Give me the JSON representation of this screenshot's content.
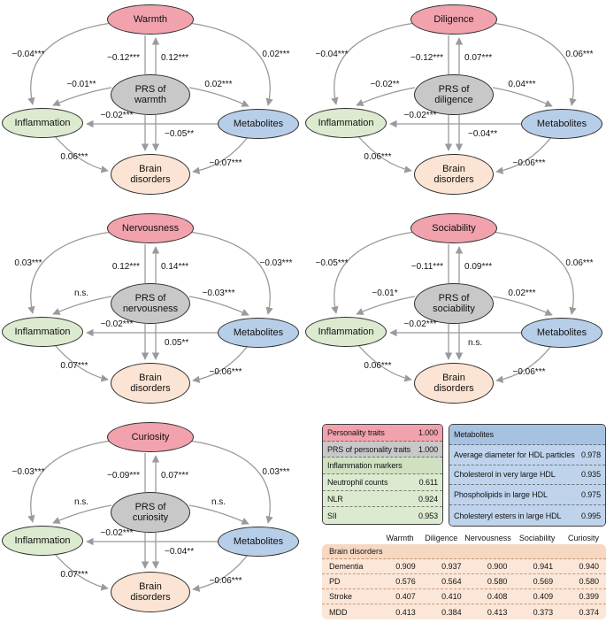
{
  "diagrams": [
    {
      "trait": "Warmth",
      "prs": "PRS of warmth",
      "inflammation": "Inflammation",
      "metabolites": "Metabolites",
      "brain": "Brain disorders",
      "coef": {
        "trait_inflammation": "−0.04***",
        "trait_brain": "−0.12***",
        "prs_trait": "0.12***",
        "trait_metabolites": "0.02***",
        "prs_inflammation": "−0.01**",
        "prs_metabolites": "0.02***",
        "metabolites_inflammation": "−0.02***",
        "prs_brain": "−0.05**",
        "inflammation_brain": "0.06***",
        "metabolites_brain": "−0.07***"
      }
    },
    {
      "trait": "Diligence",
      "prs": "PRS of diligence",
      "inflammation": "Inflammation",
      "metabolites": "Metabolites",
      "brain": "Brain disorders",
      "coef": {
        "trait_inflammation": "−0.04***",
        "trait_brain": "−0.12***",
        "prs_trait": "0.07***",
        "trait_metabolites": "0.06***",
        "prs_inflammation": "−0.02**",
        "prs_metabolites": "0.04***",
        "metabolites_inflammation": "−0.02***",
        "prs_brain": "−0.04**",
        "inflammation_brain": "0.06***",
        "metabolites_brain": "−0.06***"
      }
    },
    {
      "trait": "Nervousness",
      "prs": "PRS of nervousness",
      "inflammation": "Inflammation",
      "metabolites": "Metabolites",
      "brain": "Brain disorders",
      "coef": {
        "trait_inflammation": "0.03***",
        "trait_brain": "0.12***",
        "prs_trait": "0.14***",
        "trait_metabolites": "−0.03***",
        "prs_inflammation": "n.s.",
        "prs_metabolites": "−0.03***",
        "metabolites_inflammation": "−0.02***",
        "prs_brain": "0.05**",
        "inflammation_brain": "0.07***",
        "metabolites_brain": "−0.06***"
      }
    },
    {
      "trait": "Sociability",
      "prs": "PRS of sociability",
      "inflammation": "Inflammation",
      "metabolites": "Metabolites",
      "brain": "Brain disorders",
      "coef": {
        "trait_inflammation": "−0.05***",
        "trait_brain": "−0.11***",
        "prs_trait": "0.09***",
        "trait_metabolites": "0.06***",
        "prs_inflammation": "−0.01*",
        "prs_metabolites": "0.02***",
        "metabolites_inflammation": "−0.02***",
        "prs_brain": "n.s.",
        "inflammation_brain": "0.06***",
        "metabolites_brain": "−0.06***"
      }
    },
    {
      "trait": "Curiosity",
      "prs": "PRS of curiosity",
      "inflammation": "Inflammation",
      "metabolites": "Metabolites",
      "brain": "Brain disorders",
      "coef": {
        "trait_inflammation": "−0.03***",
        "trait_brain": "−0.09***",
        "prs_trait": "0.07***",
        "trait_metabolites": "0.03***",
        "prs_inflammation": "n.s.",
        "prs_metabolites": "n.s.",
        "metabolites_inflammation": "−0.02***",
        "prs_brain": "−0.04**",
        "inflammation_brain": "0.07***",
        "metabolites_brain": "−0.06***"
      }
    }
  ],
  "legend_left": {
    "rows": [
      {
        "label": "Personality traits",
        "value": "1.000"
      },
      {
        "label": "PRS of personality traits",
        "value": "1.000"
      },
      {
        "label": "Inflammation markers",
        "value": ""
      },
      {
        "label": "Neutrophil counts",
        "value": "0.611"
      },
      {
        "label": "NLR",
        "value": "0.924"
      },
      {
        "label": "SII",
        "value": "0.953"
      }
    ]
  },
  "legend_metabolites": {
    "header": "Metabolites",
    "rows": [
      {
        "label": "Average diameter for HDL particles",
        "value": "0.978"
      },
      {
        "label": "Cholesterol in very large HDL",
        "value": "0.935"
      },
      {
        "label": "Phospholipids in large HDL",
        "value": "0.975"
      },
      {
        "label": "Cholesteryl esters in large HDL",
        "value": "0.995"
      }
    ]
  },
  "brain_table": {
    "header": "Brain disorders",
    "columns": [
      "Warmth",
      "Diligence",
      "Nervousness",
      "Sociability",
      "Curiosity"
    ],
    "rows": [
      {
        "label": "Dementia",
        "values": [
          "0.909",
          "0.937",
          "0.900",
          "0.941",
          "0.940"
        ]
      },
      {
        "label": "PD",
        "values": [
          "0.576",
          "0.564",
          "0.580",
          "0.569",
          "0.580"
        ]
      },
      {
        "label": "Stroke",
        "values": [
          "0.407",
          "0.410",
          "0.408",
          "0.409",
          "0.399"
        ]
      },
      {
        "label": "MDD",
        "values": [
          "0.413",
          "0.384",
          "0.413",
          "0.373",
          "0.374"
        ]
      }
    ]
  },
  "colors": {
    "trait": "#f1a2ad",
    "prs": "#c8c8c8",
    "inflammation": "#dcead0",
    "metabolites": "#b7cee8",
    "brain": "#fbe4d3",
    "arrow": "#9a9a9a"
  }
}
